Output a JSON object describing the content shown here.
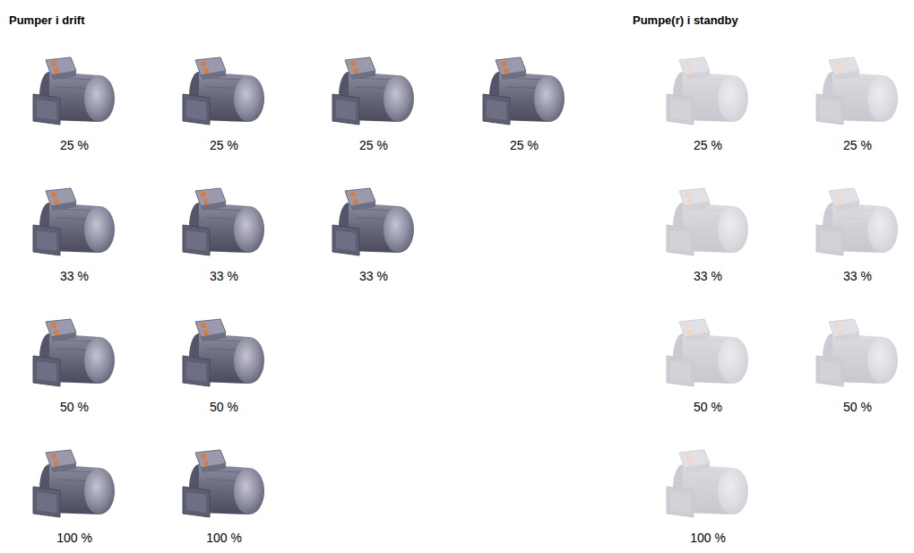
{
  "diagram": {
    "nodes": [
      {
        "text": [
          "25 %"
        ]
      },
      {
        "text": [
          "25 %"
        ]
      },
      {
        "text": [
          "25 %"
        ]
      },
      {
        "text": [
          "25 %"
        ]
      },
      {
        "text": [
          "25 %"
        ]
      },
      {
        "text": [
          "25 %"
        ]
      },
      {
        "text": [
          "33 %"
        ]
      },
      {
        "text": [
          "33 %"
        ]
      },
      {
        "text": [
          "33 %"
        ]
      },
      {
        "text": [
          "33 %"
        ]
      },
      {
        "text": [
          "33 %"
        ]
      },
      {
        "text": [
          "50 %"
        ]
      },
      {
        "text": [
          "50 %"
        ]
      },
      {
        "text": [
          "50 %"
        ]
      },
      {
        "text": [
          "50 %"
        ]
      },
      {
        "text": [
          "100 %"
        ]
      },
      {
        "text": [
          "100 %"
        ]
      },
      {
        "text": [
          "100 %"
        ]
      }
    ],
    "labels": [
      "Pumper i drift",
      "Pumpe(r) i standby"
    ]
  }
}
